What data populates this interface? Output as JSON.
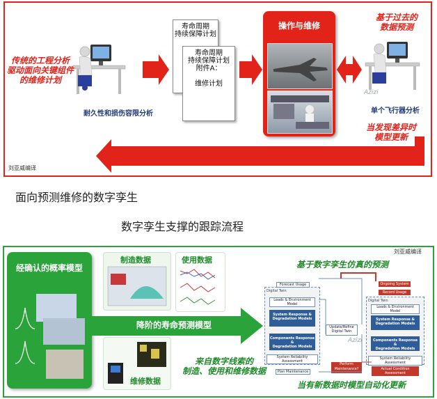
{
  "top_panel": {
    "left_text": "传统的工程分析\n驱动面向关键组件\n的维修计划",
    "durability_label": "耐久性和损伤容限分析",
    "doc1": "寿命周期\n持续保障计划",
    "doc2": "寿命周期\n持续保障计划\n附件A：\n\n维修计划",
    "ops_title": "操作与维修",
    "right_top_text": "基于过去的\n数据预测",
    "azizi": "Azizi",
    "single_aircraft": "单个飞行器分析",
    "right_bottom_text": "当发现差异时\n模型更新",
    "translator": "刘亚威编译"
  },
  "captions": {
    "caption1": "面向预测维修的数字孪生",
    "caption2": "数字孪生支撑的跟踪流程"
  },
  "bottom_panel": {
    "translator": "刘亚威编译",
    "prob_model": "经确认的概率模型",
    "manufacturing_data": "制造数据",
    "usage_data": "使用数据",
    "reduced_model": "降阶的寿命预测模型",
    "maintenance_data": "维修数据",
    "sim_title": "基于数字孪生仿真的预测",
    "digital_thread_text": "来自数字线索的\n制造、使用和维修数据",
    "auto_update": "当有新数据时模型自动化更新",
    "azizi": "Azizi",
    "twin": {
      "forecast_usage": "Forecast Usage",
      "digital_twin": "Digital Twin",
      "loads_env": "Loads & Environment Model",
      "system_response": "System Response &\nDegradation Models",
      "component_response": "Components Response &\nDegradation Models",
      "reliability": "System Reliability Assessment",
      "plan_maintenance": "Plan Maintenance",
      "update_refine": "Update/Refine\nDigital Twin",
      "perform_maintenance": "Perform\nMaintenance?",
      "ongoing_system": "Ongoing System",
      "record_usage": "Record Usage",
      "actual_condition": "Actual Condition Assessment"
    }
  },
  "colors": {
    "red": "#e2231a",
    "green": "#2aa33a",
    "dark_green": "#1f8a2a"
  }
}
